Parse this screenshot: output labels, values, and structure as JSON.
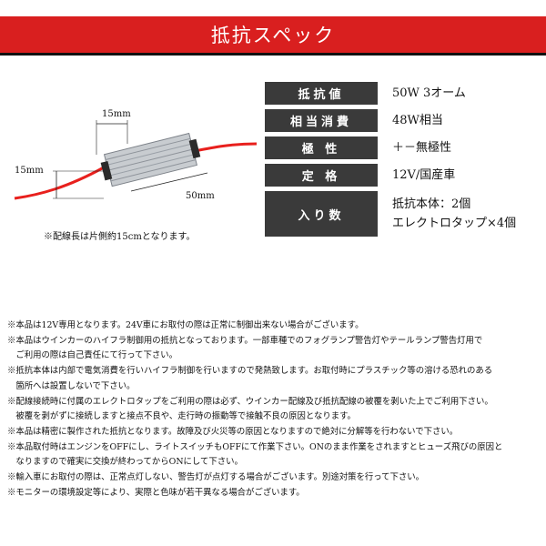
{
  "banner": {
    "title": "抵抗スペック",
    "color": "#d91f1f"
  },
  "specs": [
    {
      "label": "抵抗値",
      "values": [
        "50W 3オーム"
      ]
    },
    {
      "label": "相当消費",
      "values": [
        "48W相当"
      ]
    },
    {
      "label": "極 性",
      "values": [
        "＋－無極性"
      ]
    },
    {
      "label": "定 格",
      "values": [
        "12V/国産車"
      ]
    },
    {
      "label": "入り数",
      "values": [
        "抵抗本体：2個",
        "エレクトロタップ×4個"
      ]
    }
  ],
  "diagram": {
    "dim_top": "15mm",
    "dim_left": "15mm",
    "dim_bottom": "50mm",
    "wire_color": "#e8201d"
  },
  "wire_note": "※配線長は片側約15cmとなります。",
  "notes": [
    "※本品は12V専用となります。24V車にお取付の際は正常に制御出来ない場合がございます。",
    "※本品はウインカーのハイフラ制御用の抵抗となっております。一部車種でのフォグランプ警告灯やテールランプ警告灯用で",
    "　ご利用の際は自己責任にて行って下さい。",
    "※抵抗本体は内部で電気消費を行いハイフラ制御を行いますので発熱致します。お取付時にプラスチック等の溶ける恐れのある",
    "　箇所へは設置しないで下さい。",
    "※配線接続時に付属のエレクトロタップをご利用の際は必ず、ウインカー配線及び抵抗配線の被覆を剥いた上でご利用下さい。",
    "　被覆を剥がずに接続しますと接点不良や、走行時の振動等で接触不良の原因となります。",
    "※本品は精密に製作された抵抗となります。故障及び火災等の原因となりますので絶対に分解等を行わないで下さい。",
    "※本品取付時はエンジンをOFFにし、ライトスイッチもOFFにて作業下さい。ONのまま作業をされますとヒューズ飛びの原因と",
    "　なりますので確実に交換が終わってからONにして下さい。",
    "※輸入車にお取付の際は、正常点灯しない、警告灯が点灯する場合がございます。別途対策を行って下さい。",
    "※モニターの環境設定等により、実際と色味が若干異なる場合がございます。"
  ]
}
